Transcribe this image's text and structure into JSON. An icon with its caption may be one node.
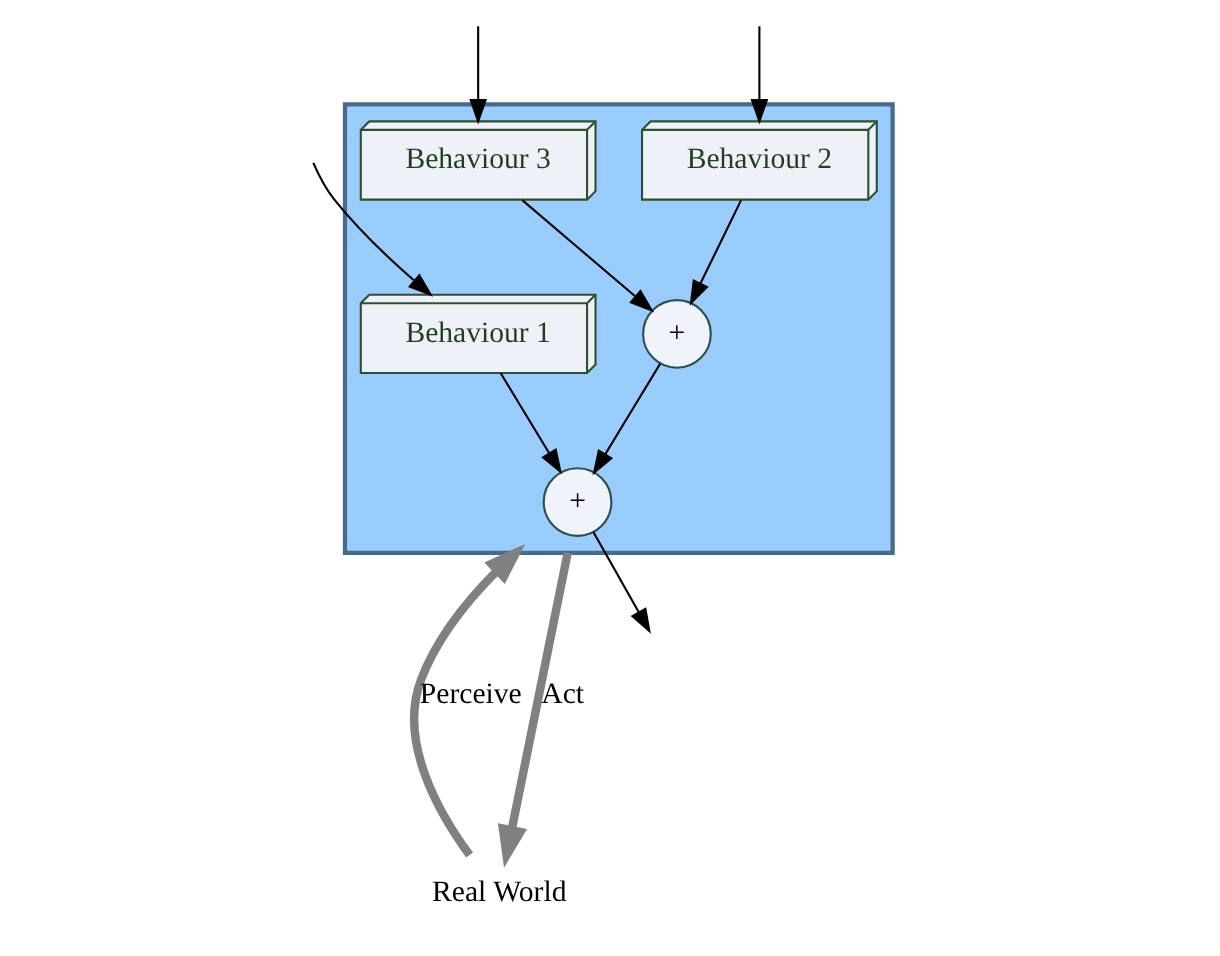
{
  "diagram": {
    "nodes": [
      {
        "text": [],
        "shape": "box"
      },
      {
        "text": [
          "Behaviour 3"
        ],
        "in": 0
      },
      {
        "text": [
          "Behaviour 2"
        ],
        "in": 0
      },
      {
        "text": [
          "Behaviour 1"
        ],
        "in": 0
      },
      {
        "text": [
          "+"
        ],
        "in": 0
      },
      {
        "text": [
          "+"
        ],
        "in": 0
      },
      {
        "text": [
          "Real World"
        ]
      }
    ],
    "edges": [
      {
        "from": null,
        "to": 1,
        "arrow": "to"
      },
      {
        "from": null,
        "to": 2,
        "arrow": "to"
      },
      {
        "from": null,
        "to": 3,
        "arrow": "to"
      },
      {
        "from": 1,
        "to": 4,
        "arrow": "to"
      },
      {
        "from": 2,
        "to": 4,
        "arrow": "to"
      },
      {
        "from": 4,
        "to": 5,
        "arrow": "to"
      },
      {
        "from": 3,
        "to": 5,
        "arrow": "to"
      },
      {
        "from": 5,
        "to": null,
        "arrow": "to"
      },
      {
        "from": 6,
        "to": 0,
        "arrow": "to",
        "label": "Perceive",
        "style": "thick",
        "color": "#808080"
      },
      {
        "from": 0,
        "to": 6,
        "arrow": "to",
        "label": "Act",
        "style": "thick",
        "color": "#808080"
      }
    ]
  }
}
